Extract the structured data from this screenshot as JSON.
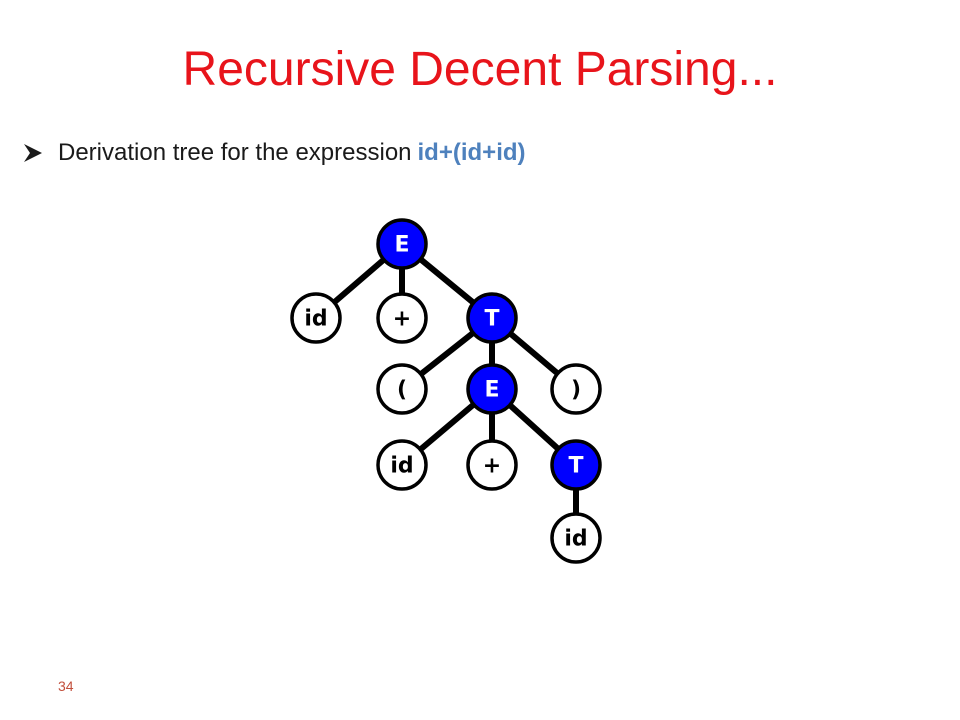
{
  "slide": {
    "title": "Recursive Decent Parsing...",
    "bullet_text": "Derivation tree for the expression",
    "bullet_highlight": "id+(id+id)",
    "page_number": "34"
  },
  "colors": {
    "title": "#e8141b",
    "highlight": "#4e81bd",
    "page_number": "#c24f3c",
    "nonterminal_fill": "#0000ff",
    "terminal_fill": "#ffffff",
    "stroke": "#000000"
  },
  "tree": {
    "nodes": [
      {
        "id": "n1",
        "label": "E",
        "kind": "nonterminal"
      },
      {
        "id": "n2",
        "label": "id",
        "kind": "terminal"
      },
      {
        "id": "n3",
        "label": "+",
        "kind": "terminal"
      },
      {
        "id": "n4",
        "label": "T",
        "kind": "nonterminal"
      },
      {
        "id": "n5",
        "label": "(",
        "kind": "terminal"
      },
      {
        "id": "n6",
        "label": "E",
        "kind": "nonterminal"
      },
      {
        "id": "n7",
        "label": ")",
        "kind": "terminal"
      },
      {
        "id": "n8",
        "label": "id",
        "kind": "terminal"
      },
      {
        "id": "n9",
        "label": "+",
        "kind": "terminal"
      },
      {
        "id": "n10",
        "label": "T",
        "kind": "nonterminal"
      },
      {
        "id": "n11",
        "label": "id",
        "kind": "terminal"
      }
    ],
    "edges": [
      [
        "n1",
        "n2"
      ],
      [
        "n1",
        "n3"
      ],
      [
        "n1",
        "n4"
      ],
      [
        "n4",
        "n5"
      ],
      [
        "n4",
        "n6"
      ],
      [
        "n4",
        "n7"
      ],
      [
        "n6",
        "n8"
      ],
      [
        "n6",
        "n9"
      ],
      [
        "n6",
        "n10"
      ],
      [
        "n10",
        "n11"
      ]
    ]
  }
}
